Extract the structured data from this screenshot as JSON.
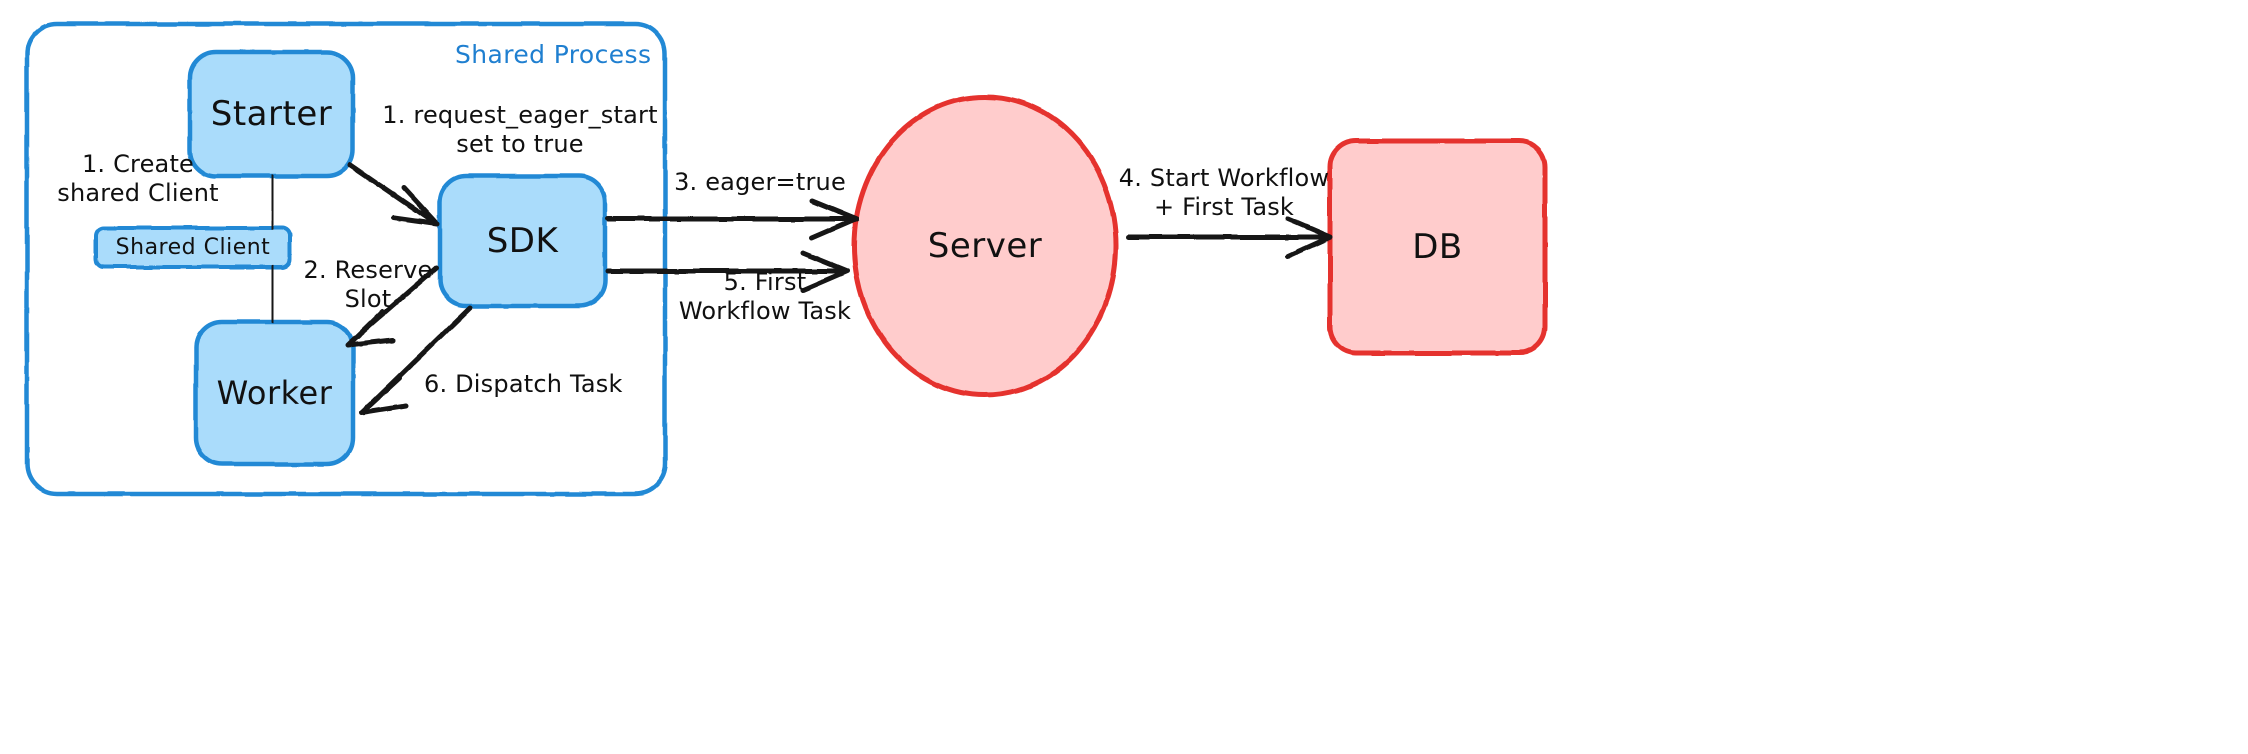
{
  "diagram": {
    "type": "flow-diagram",
    "style": "hand-drawn-sketch",
    "background": "#ffffff",
    "colors": {
      "blue_stroke": "#2089d5",
      "blue_fill": "#aadcfb",
      "blue_fill_light": "#b3ddfb",
      "red_stroke": "#e5322d",
      "red_fill": "#ffcccc",
      "arrow": "#141414",
      "text": "#111111",
      "container_label": "#1f7fd0"
    }
  },
  "container": {
    "name": "Shared Process",
    "label": "Shared Process"
  },
  "nodes": [
    {
      "id": "starter",
      "label": "Starter",
      "shape": "rounded-rect",
      "fill": "#aadcfb",
      "stroke": "#2089d5",
      "font_size": 34
    },
    {
      "id": "shared-client",
      "label": "Shared Client",
      "shape": "rounded-rect",
      "fill": "#aadcfb",
      "stroke": "#2089d5",
      "font_size": 22
    },
    {
      "id": "worker",
      "label": "Worker",
      "shape": "rounded-rect",
      "fill": "#aadcfb",
      "stroke": "#2089d5",
      "font_size": 32
    },
    {
      "id": "sdk",
      "label": "SDK",
      "shape": "rounded-rect",
      "fill": "#aadcfb",
      "stroke": "#2089d5",
      "font_size": 34
    },
    {
      "id": "server",
      "label": "Server",
      "shape": "ellipse",
      "fill": "#ffcccc",
      "stroke": "#e5322d",
      "font_size": 34
    },
    {
      "id": "db",
      "label": "DB",
      "shape": "rounded-rect",
      "fill": "#ffcccc",
      "stroke": "#e5322d",
      "font_size": 34
    }
  ],
  "edges": [
    {
      "id": "e1",
      "step": "1",
      "label": "1. Create\nshared Client",
      "from": "starter",
      "to": "shared-client",
      "arrowhead": false
    },
    {
      "id": "e2",
      "step": "1",
      "label": "1. request_eager_start\nset to true",
      "from": "starter",
      "to": "sdk",
      "arrowhead": true
    },
    {
      "id": "e3",
      "step": "2",
      "label": "2. Reserve\nSlot",
      "from": "sdk",
      "to": "worker",
      "arrowhead": true
    },
    {
      "id": "e4",
      "step": "3",
      "label": "3. eager=true",
      "from": "sdk",
      "to": "server",
      "arrowhead": true
    },
    {
      "id": "e5",
      "step": "4",
      "label": "4. Start Workflow\n+ First Task",
      "from": "server",
      "to": "db",
      "arrowhead": true
    },
    {
      "id": "e6",
      "step": "5",
      "label": "5. First\nWorkflow Task",
      "from": "sdk",
      "to": "server",
      "arrowhead": true
    },
    {
      "id": "e7",
      "step": "6",
      "label": "6. Dispatch Task",
      "from": "sdk",
      "to": "worker",
      "arrowhead": true
    }
  ]
}
